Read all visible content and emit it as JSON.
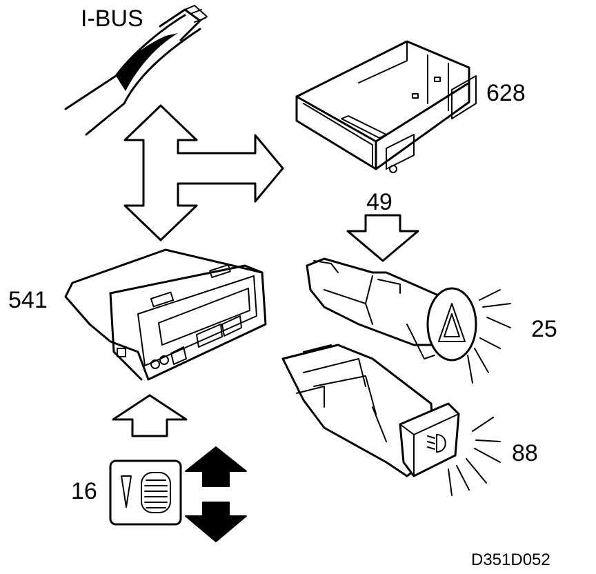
{
  "labels": {
    "ibus": "I-BUS",
    "unit_628": "628",
    "unit_49": "49",
    "unit_541": "541",
    "unit_25": "25",
    "unit_16": "16",
    "unit_88": "88",
    "figure_code": "D351D052"
  },
  "colors": {
    "line": "#000000",
    "background": "#ffffff"
  },
  "icons": {
    "hazard_symbol": "warning-triangle-icon",
    "fog_light_symbol": "rear-fog-light-icon",
    "dimmer_up": "up-arrow-icon",
    "dimmer_down": "down-arrow-icon"
  }
}
